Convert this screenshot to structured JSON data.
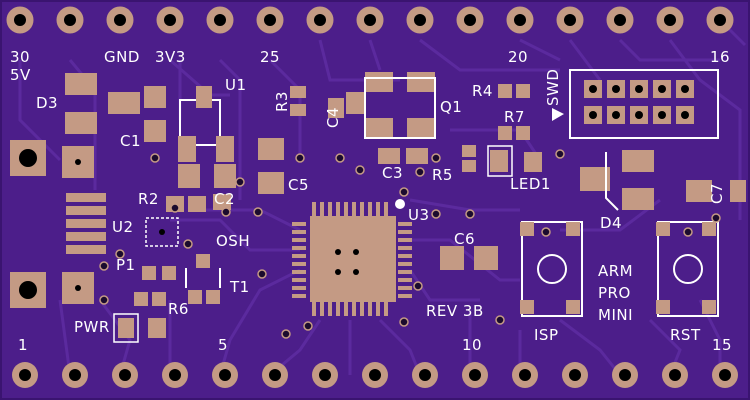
{
  "colors": {
    "board": "#4c1e8a",
    "trace": "#5b2a9e",
    "pad": "#c49a84",
    "silk": "#ffffff",
    "via": "#1b0b2e"
  },
  "pin_numbers": {
    "top_30": "30",
    "top_25": "25",
    "top_20": "20",
    "top_16": "16",
    "bottom_1": "1",
    "bottom_5": "5",
    "bottom_10": "10",
    "bottom_15": "15"
  },
  "labels": {
    "power_5v": "5V",
    "gnd": "GND",
    "v33": "3V3",
    "d3": "D3",
    "c1": "C1",
    "u1": "U1",
    "r3": "R3",
    "c4": "C4",
    "q1": "Q1",
    "r4": "R4",
    "swd": "SWD",
    "r7": "R7",
    "c3": "C3",
    "r5": "R5",
    "led1": "LED1",
    "c7": "C7",
    "r2": "R2",
    "c2": "C2",
    "c5": "C5",
    "u2": "U2",
    "u3": "U3",
    "osh": "OSH",
    "c6": "C6",
    "d4": "D4",
    "p1": "P1",
    "t1": "T1",
    "r6": "R6",
    "pwr": "PWR",
    "rev": "REV 3B",
    "isp": "ISP",
    "rst": "RST",
    "arm": "ARM",
    "pro": "PRO",
    "mini": "MINI"
  }
}
